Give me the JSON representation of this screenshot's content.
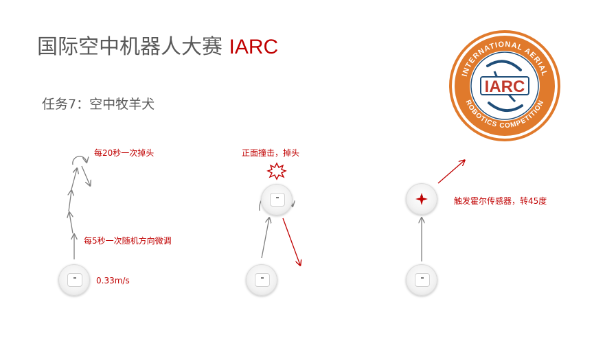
{
  "title": {
    "main": "国际空中机器人大赛 ",
    "accent": "IARC"
  },
  "subtitle": "任务7：空中牧羊犬",
  "logo": {
    "center_text": "IARC",
    "ring_top": "INTERNATIONAL AERIAL",
    "ring_bottom": "ROBOTICS COMPETITION",
    "colors": {
      "ring": "#e07a2c",
      "text": "#c0392b",
      "blue": "#1f4e79"
    }
  },
  "panel1": {
    "note_top": "每20秒一次掉头",
    "note_mid": "每5秒一次随机方向微调",
    "speed": "0.33m/s"
  },
  "panel2": {
    "note_top": "正面撞击，掉头"
  },
  "panel3": {
    "note": "触发霍尔传感器，转45度"
  },
  "colors": {
    "accent": "#c00000",
    "text": "#595959",
    "arrow_gray": "#7f7f7f"
  }
}
